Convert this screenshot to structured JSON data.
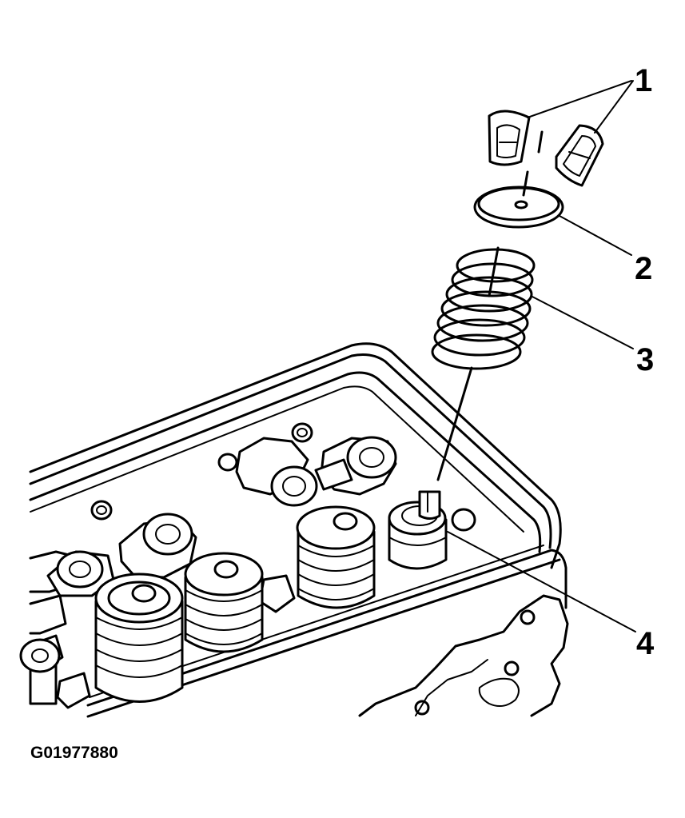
{
  "figure_id": "G01977880",
  "callouts": [
    {
      "number": "1"
    },
    {
      "number": "2"
    },
    {
      "number": "3"
    },
    {
      "number": "4"
    }
  ]
}
